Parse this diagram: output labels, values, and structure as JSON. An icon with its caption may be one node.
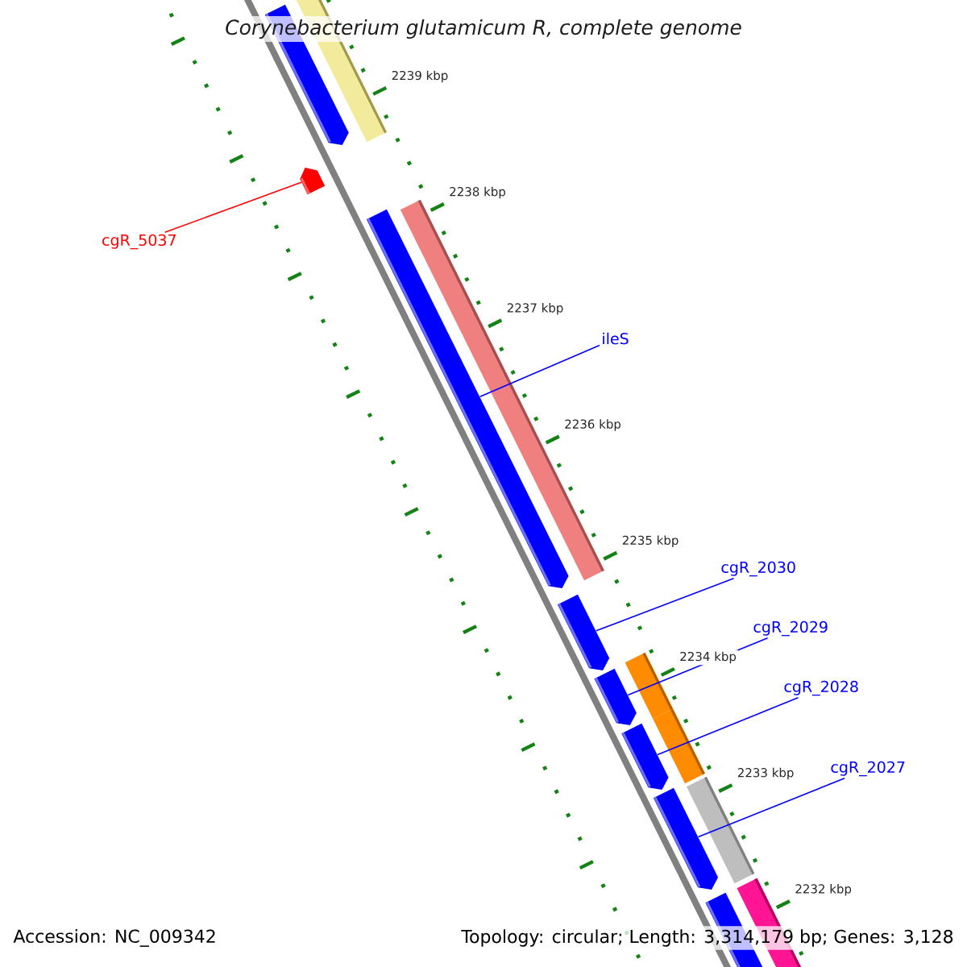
{
  "diagram": {
    "title": "Corynebacterium glutamicum R, complete genome",
    "nodes": [
      {
        "text": [
          "cgR_5037"
        ]
      },
      {
        "text": [
          "ileS"
        ]
      },
      {
        "text": [
          "cgR_2030"
        ]
      },
      {
        "text": [
          "cgR_2029"
        ]
      },
      {
        "text": [
          "cgR_2028"
        ]
      },
      {
        "text": [
          "cgR_2027"
        ]
      },
      {
        "text": [],
        "shape": "bar"
      },
      {
        "text": [],
        "shape": "bar"
      },
      {
        "text": [],
        "shape": "bar"
      },
      {
        "text": [],
        "shape": "bar"
      },
      {
        "text": [],
        "shape": "bar"
      },
      {
        "text": [],
        "shape": "bar"
      },
      {
        "text": [],
        "shape": "bar"
      },
      {
        "text": [],
        "shape": "bar"
      },
      {
        "text": [],
        "shape": "bar"
      },
      {
        "text": [],
        "shape": "bar"
      },
      {
        "text": [],
        "shape": "bar"
      },
      {
        "text": [],
        "shape": "bar"
      },
      {
        "text": [],
        "shape": "bar"
      },
      {
        "text": [],
        "shape": "bar"
      }
    ],
    "edges": [
      {
        "from": 0,
        "to": 8,
        "arrow": "none",
        "color": "#ff0000"
      },
      {
        "from": 1,
        "to": 10,
        "arrow": "none"
      },
      {
        "from": 2,
        "to": 11,
        "arrow": "none"
      },
      {
        "from": 3,
        "to": 14,
        "arrow": "none"
      },
      {
        "from": 4,
        "to": 15,
        "arrow": "none"
      },
      {
        "from": 5,
        "to": 17,
        "arrow": "none"
      }
    ],
    "labels": [
      "2239 kbp",
      "2238 kbp",
      "2237 kbp",
      "2236 kbp",
      "2235 kbp",
      "2234 kbp",
      "2233 kbp",
      "2232 kbp",
      "Accession: NC_009342",
      "Topology: circular; Length: 3,314,179 bp; Genes: 3,128"
    ]
  }
}
